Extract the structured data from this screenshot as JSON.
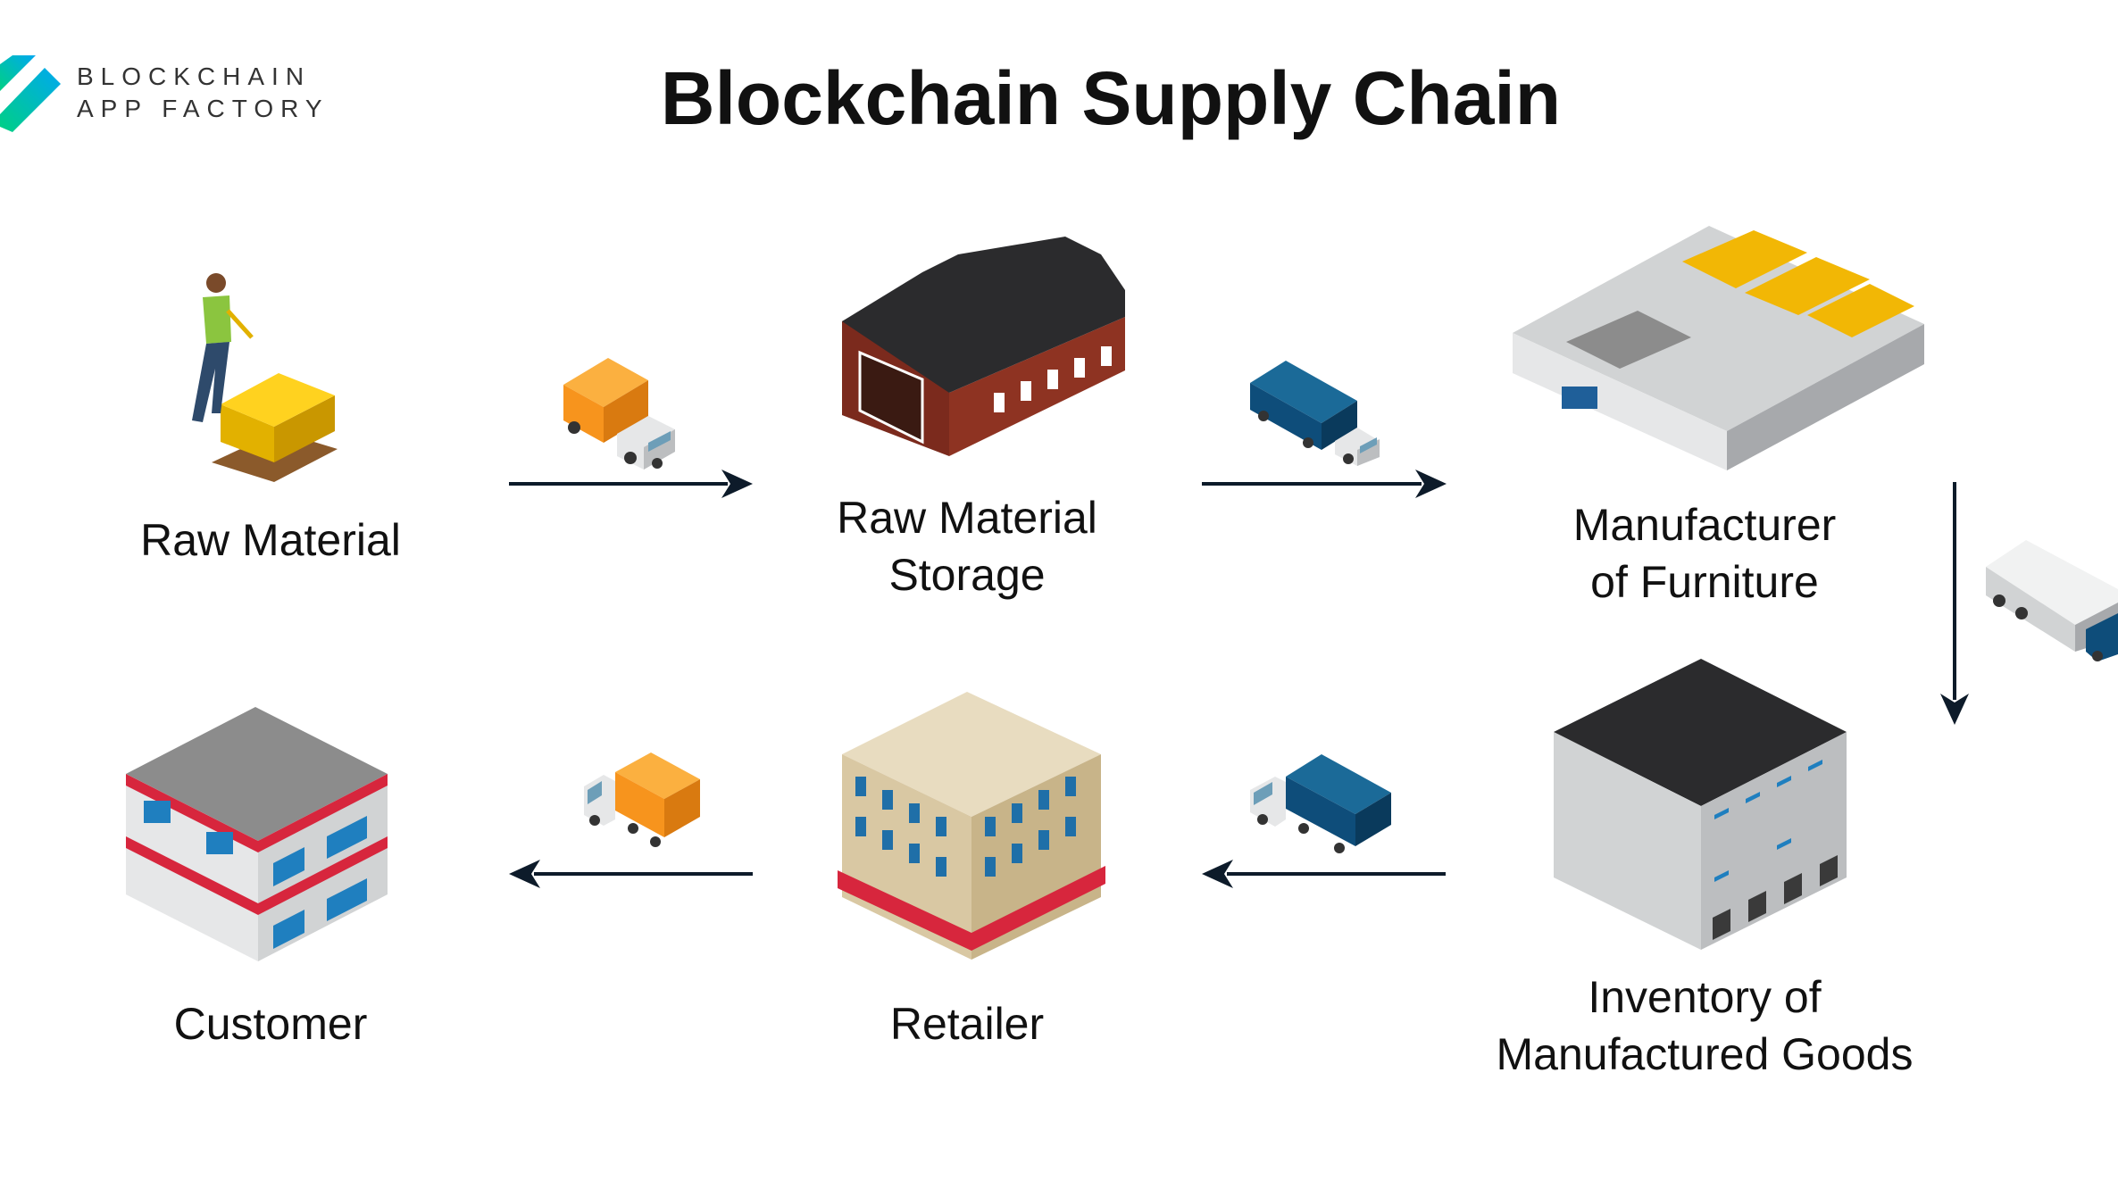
{
  "logo": {
    "line1": "BLOCKCHAIN",
    "line2": "APP FACTORY",
    "colors": [
      "#00d084",
      "#00a8f0"
    ]
  },
  "title": "Blockchain Supply Chain",
  "stages": [
    {
      "label_line1": "Raw Material",
      "label_line2": "",
      "icon": "worker-with-box"
    },
    {
      "label_line1": "Raw Material",
      "label_line2": "Storage",
      "icon": "barn"
    },
    {
      "label_line1": "Manufacturer",
      "label_line2": "of Furniture",
      "icon": "factory"
    },
    {
      "label_line1": "Inventory of",
      "label_line2": "Manufactured Goods",
      "icon": "warehouse"
    },
    {
      "label_line1": "Retailer",
      "label_line2": "",
      "icon": "store-building"
    },
    {
      "label_line1": "Customer",
      "label_line2": "",
      "icon": "house-building"
    }
  ],
  "transport": [
    {
      "from": "Raw Material",
      "to": "Raw Material Storage",
      "truck_color": "#f7941d"
    },
    {
      "from": "Raw Material Storage",
      "to": "Manufacturer of Furniture",
      "truck_color": "#0e4d7a"
    },
    {
      "from": "Manufacturer of Furniture",
      "to": "Inventory of Manufactured Goods",
      "truck_color": "#0e4d7a"
    },
    {
      "from": "Inventory of Manufactured Goods",
      "to": "Retailer",
      "truck_color": "#0e4d7a"
    },
    {
      "from": "Retailer",
      "to": "Customer",
      "truck_color": "#f7941d"
    }
  ],
  "arrow_color": "#0d1b2a"
}
